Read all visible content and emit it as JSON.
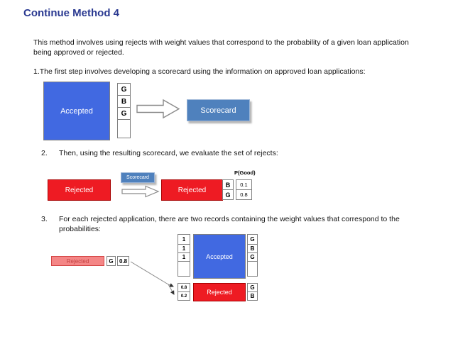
{
  "title": "Continue Method 4",
  "intro": "This method involves using rejects with weight values that correspond to the probability of a given loan application being approved or rejected.",
  "steps": {
    "one": "1.The first step involves developing a scorecard using the information on approved loan applications:",
    "two_num": "2.",
    "two": "Then, using the resulting scorecard, we evaluate the set of rejects:",
    "three_num": "3.",
    "three": "For each rejected application, there are two records containing the weight values that correspond to the probabilities:"
  },
  "diagram1": {
    "accepted_label": "Accepted",
    "grades": [
      "G",
      "B",
      "G",
      ""
    ],
    "scorecard_label": "Scorecard"
  },
  "diagram2": {
    "rejected_left_label": "Rejected",
    "scorecard_label": "Scorecard",
    "rejected_right_label": "Rejected",
    "pgood_header": "P(Good)",
    "grades": [
      "B",
      "G"
    ],
    "pgood_values": [
      "0.1",
      "0.8"
    ]
  },
  "diagram3": {
    "source_rejected_label": "Rejected",
    "source_grade": "G",
    "source_weight": "0.8",
    "accepted_block": {
      "label": "Accepted",
      "weights": [
        "1",
        "1",
        "1",
        ""
      ],
      "grades": [
        "G",
        "B",
        "G",
        ""
      ]
    },
    "rejected_block": {
      "label": "Rejected",
      "weights": [
        "0.8",
        "0.2"
      ],
      "grades": [
        "G",
        "B"
      ]
    }
  },
  "colors": {
    "title_navy": "#2b3a91",
    "accepted_blue": "#4169e1",
    "rejected_red": "#ee1b23",
    "rejected_pink": "#f48686",
    "scorecard_blue": "#4f81bd"
  }
}
